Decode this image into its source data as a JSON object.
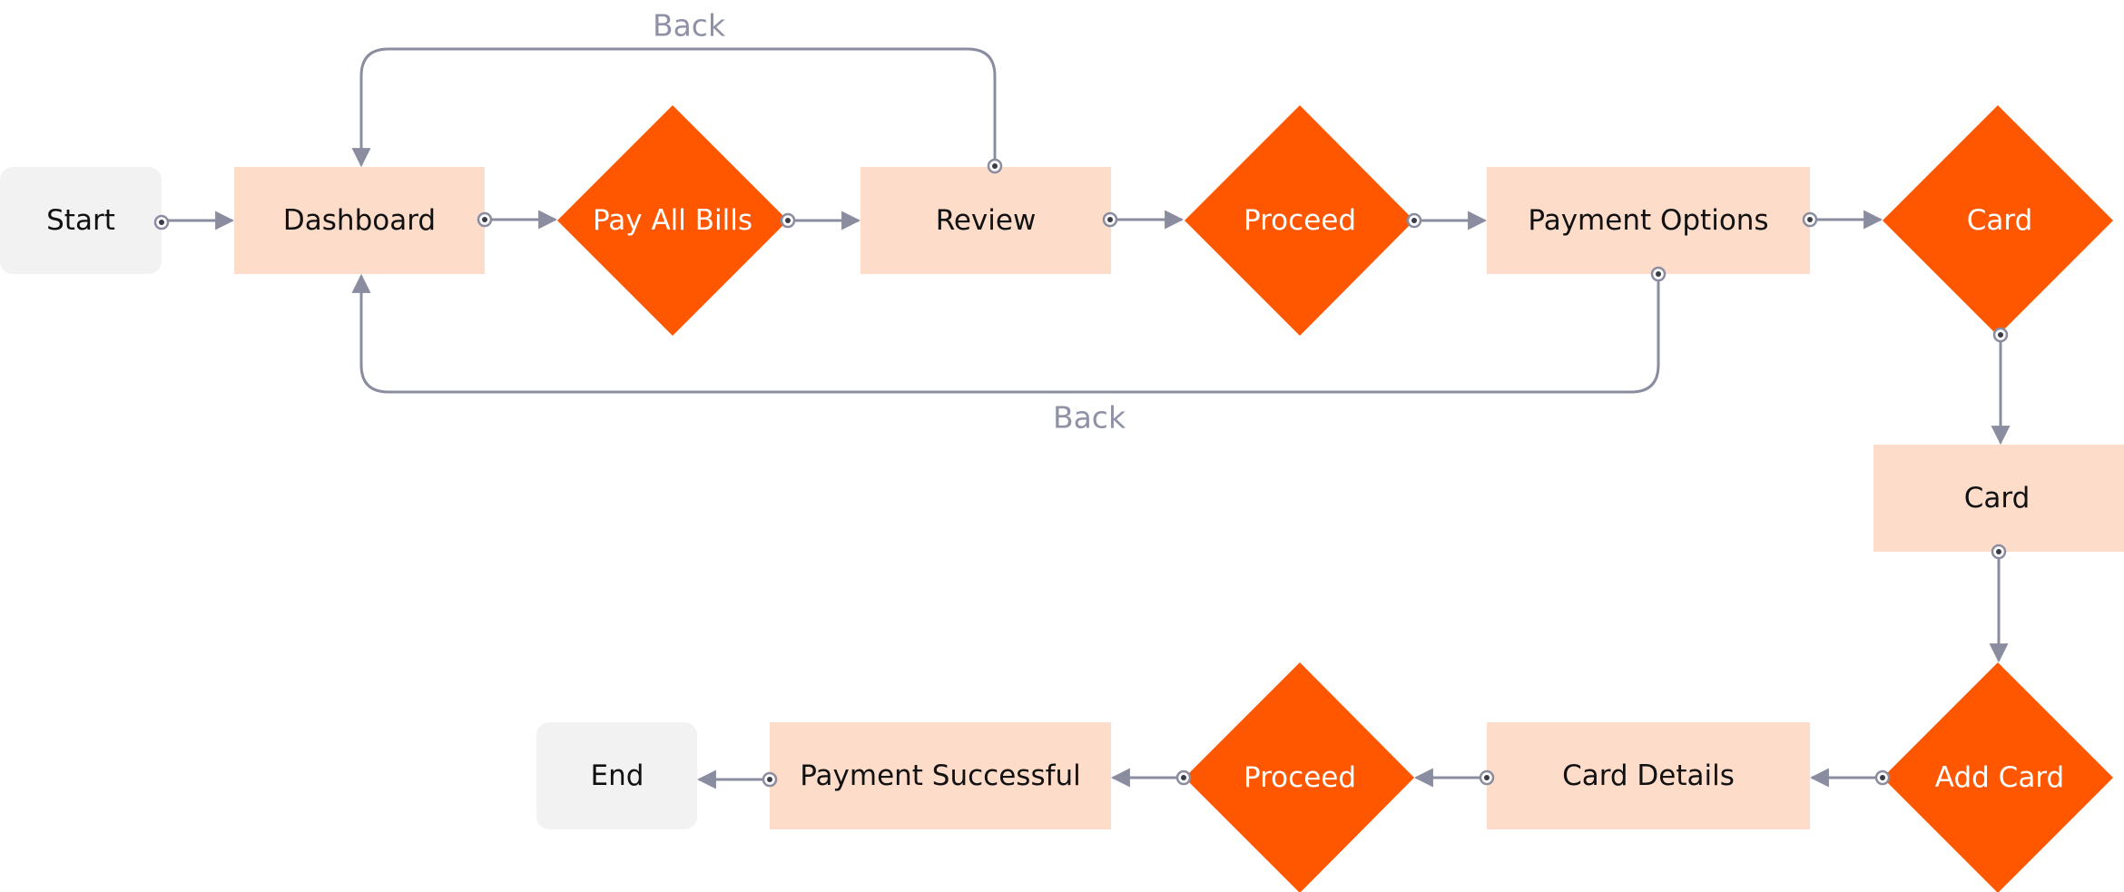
{
  "colors": {
    "terminal": "#f2f2f2",
    "process": "#fddcca",
    "decision": "#ff5600",
    "connector": "#8a8ca0",
    "dark_text": "#111111",
    "light_text": "#ffffff",
    "edge_label_text": "#8f92a6"
  },
  "nodes": {
    "start": "Start",
    "dashboard": "Dashboard",
    "pay_all_bills": "Pay All Bills",
    "review": "Review",
    "proceed_1": "Proceed",
    "payment_options": "Payment Options",
    "card_decision": "Card",
    "card_process": "Card",
    "add_card": "Add Card",
    "card_details": "Card Details",
    "proceed_2": "Proceed",
    "payment_successful": "Payment Successful",
    "end": "End"
  },
  "edge_labels": {
    "back_top": "Back",
    "back_bottom": "Back"
  }
}
